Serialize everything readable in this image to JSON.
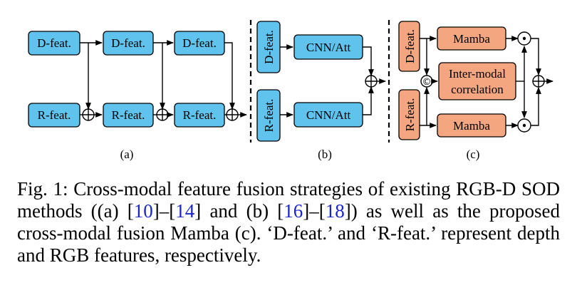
{
  "figure": {
    "labels": {
      "d_feat": "D-feat.",
      "r_feat": "R-feat.",
      "cnn_att": "CNN/Att",
      "mamba": "Mamba",
      "inter_modal_1": "Inter-modal",
      "inter_modal_2": "correlation",
      "concat_symbol": "©",
      "sub_a": "(a)",
      "sub_b": "(b)",
      "sub_c": "(c)"
    },
    "colors": {
      "blue": "#5fc3ee",
      "orange": "#f4a680",
      "link": "#1a25cc"
    }
  },
  "caption": {
    "prefix": "Fig. 1: Cross-modal feature fusion strategies of existing RGB-D SOD methods ((a) [",
    "ref1": "10",
    "mid1": "]–[",
    "ref2": "14",
    "mid2": "] and (b) [",
    "ref3": "16",
    "mid3": "]–[",
    "ref4": "18",
    "suffix": "]) as well as the proposed cross-modal fusion Mamba (c). ‘D-feat.’ and ‘R-feat.’ represent depth and RGB features, respectively."
  }
}
